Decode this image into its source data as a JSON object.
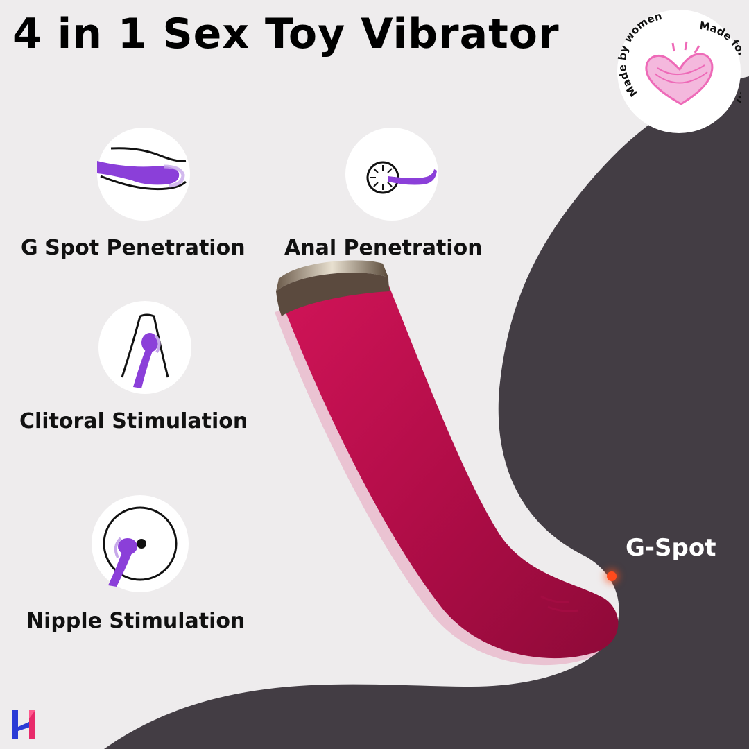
{
  "title": "4 in 1 Sex Toy Vibrator",
  "features": [
    {
      "label": "G Spot Penetration",
      "icon": "g-spot-icon"
    },
    {
      "label": "Anal Penetration",
      "icon": "anal-icon"
    },
    {
      "label": "Clitoral Stimulation",
      "icon": "clitoral-icon"
    },
    {
      "label": "Nipple Stimulation",
      "icon": "nipple-icon"
    }
  ],
  "badge": {
    "top_text": "Made by women",
    "right_text": "Made for women",
    "icon": "heart-icon"
  },
  "callout": {
    "label": "G-Spot"
  },
  "colors": {
    "background": "#eeeced",
    "dark_shape": "#433d44",
    "product": "#c0114f",
    "accent_purple": "#8b3fd9"
  }
}
